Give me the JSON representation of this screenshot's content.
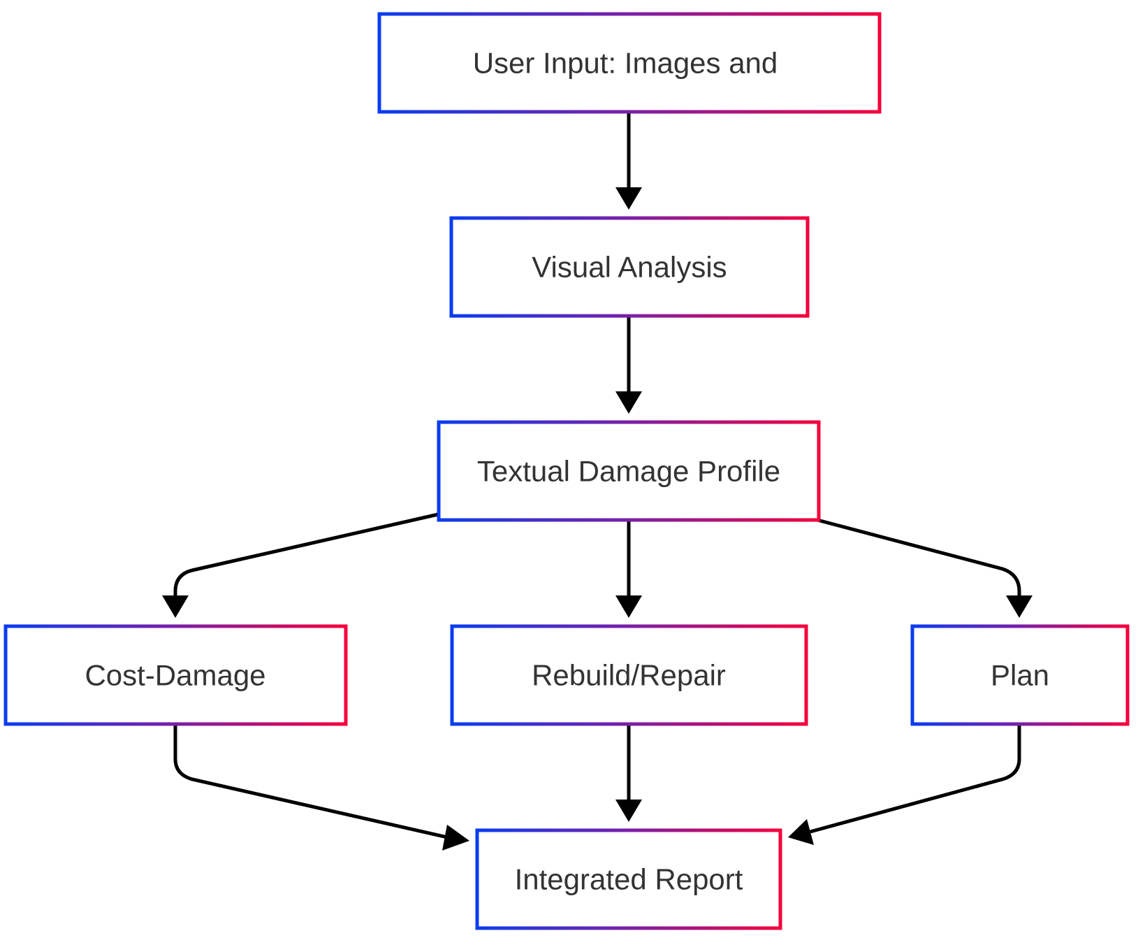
{
  "diagram": {
    "nodes": {
      "user_input": {
        "label": "User Input: Images and"
      },
      "visual_analysis": {
        "label": "Visual Analysis"
      },
      "textual_damage_profile": {
        "label": "Textual Damage Profile"
      },
      "cost_damage": {
        "label": "Cost-Damage"
      },
      "rebuild_repair": {
        "label": "Rebuild/Repair"
      },
      "plan": {
        "label": "Plan"
      },
      "integrated_report": {
        "label": "Integrated Report"
      }
    },
    "edges": [
      {
        "from": "User Input: Images and",
        "to": "Visual Analysis"
      },
      {
        "from": "Visual Analysis",
        "to": "Textual Damage Profile"
      },
      {
        "from": "Textual Damage Profile",
        "to": "Cost-Damage"
      },
      {
        "from": "Textual Damage Profile",
        "to": "Rebuild/Repair"
      },
      {
        "from": "Textual Damage Profile",
        "to": "Plan"
      },
      {
        "from": "Cost-Damage",
        "to": "Integrated Report"
      },
      {
        "from": "Rebuild/Repair",
        "to": "Integrated Report"
      },
      {
        "from": "Plan",
        "to": "Integrated Report"
      }
    ],
    "colors": {
      "border_gradient_start": "#0a3cf0",
      "border_gradient_mid": "#7a1fa8",
      "border_gradient_end": "#f5003c",
      "node_fill": "#ffffff",
      "label_text": "#333333",
      "edge": "#000000"
    }
  }
}
